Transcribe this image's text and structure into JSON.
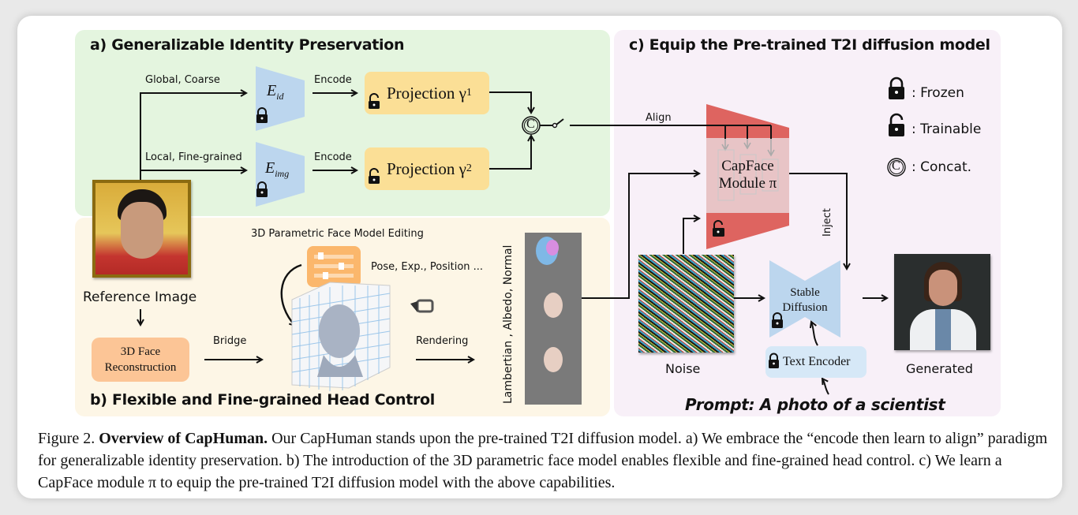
{
  "panels": {
    "a": {
      "title": "a) Generalizable Identity Preservation",
      "color": "#e4f5df"
    },
    "b": {
      "title": "b) Flexible and Fine-grained Head Control",
      "color": "#fdf6e6"
    },
    "c": {
      "title": "c) Equip the Pre-trained T2I diffusion model",
      "color": "#f8f0f8"
    }
  },
  "panel_a": {
    "branch_global": "Global, Coarse",
    "branch_local": "Local, Fine-grained",
    "encoder_id": "E",
    "encoder_id_sub": "id",
    "encoder_img": "E",
    "encoder_img_sub": "img",
    "encode_1": "Encode",
    "encode_2": "Encode",
    "projection_1": "Projection γ",
    "projection_1_sub": "1",
    "projection_2": "Projection γ",
    "projection_2_sub": "2",
    "concat_symbol": "C",
    "align_label": "Align"
  },
  "panel_b": {
    "reference_label": "Reference Image",
    "reconstruction": "3D Face Reconstruction",
    "bridge_label": "Bridge",
    "editing_label": "3D Parametric Face Model Editing",
    "editing_params": "Pose, Exp., Position ...",
    "rendering_label": "Rendering",
    "render_maps_label": "Lambertian , Albedo, Normal"
  },
  "panel_c": {
    "capface_line1": "CapFace",
    "capface_line2": "Module π",
    "inject_label": "Inject",
    "noise_label": "Noise",
    "sd_line1": "Stable",
    "sd_line2": "Diffusion",
    "text_encoder": "Text Encoder",
    "generated_label": "Generated",
    "prompt": "Prompt: A photo of a scientist"
  },
  "legend": {
    "frozen": ": Frozen",
    "trainable": ": Trainable",
    "concat": ": Concat."
  },
  "colors": {
    "encoder_blue": "#bcd6ee",
    "projection_yellow": "#fbdf96",
    "capface_red": "#de6460",
    "recon_orange": "#fcc596"
  },
  "caption": {
    "prefix": "Figure 2.",
    "bold": "Overview of CapHuman.",
    "text": "Our CapHuman stands upon the pre-trained T2I diffusion model.  a) We embrace the “encode then learn to align” paradigm for generalizable identity preservation. b) The introduction of the 3D parametric face model enables flexible and fine-grained head control. c) We learn a CapFace module π to equip the pre-trained T2I diffusion model with the above capabilities."
  }
}
